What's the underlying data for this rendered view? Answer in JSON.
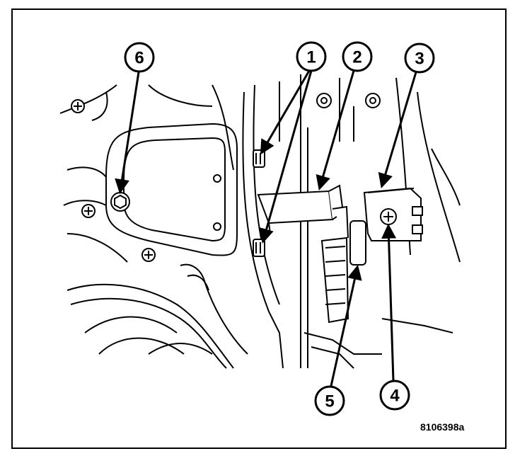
{
  "callouts": {
    "c1": "1",
    "c2": "2",
    "c3": "3",
    "c4": "4",
    "c5": "5",
    "c6": "6"
  },
  "reference_code": "8106398a",
  "colors": {
    "ink": "#000000",
    "paper": "#ffffff"
  }
}
